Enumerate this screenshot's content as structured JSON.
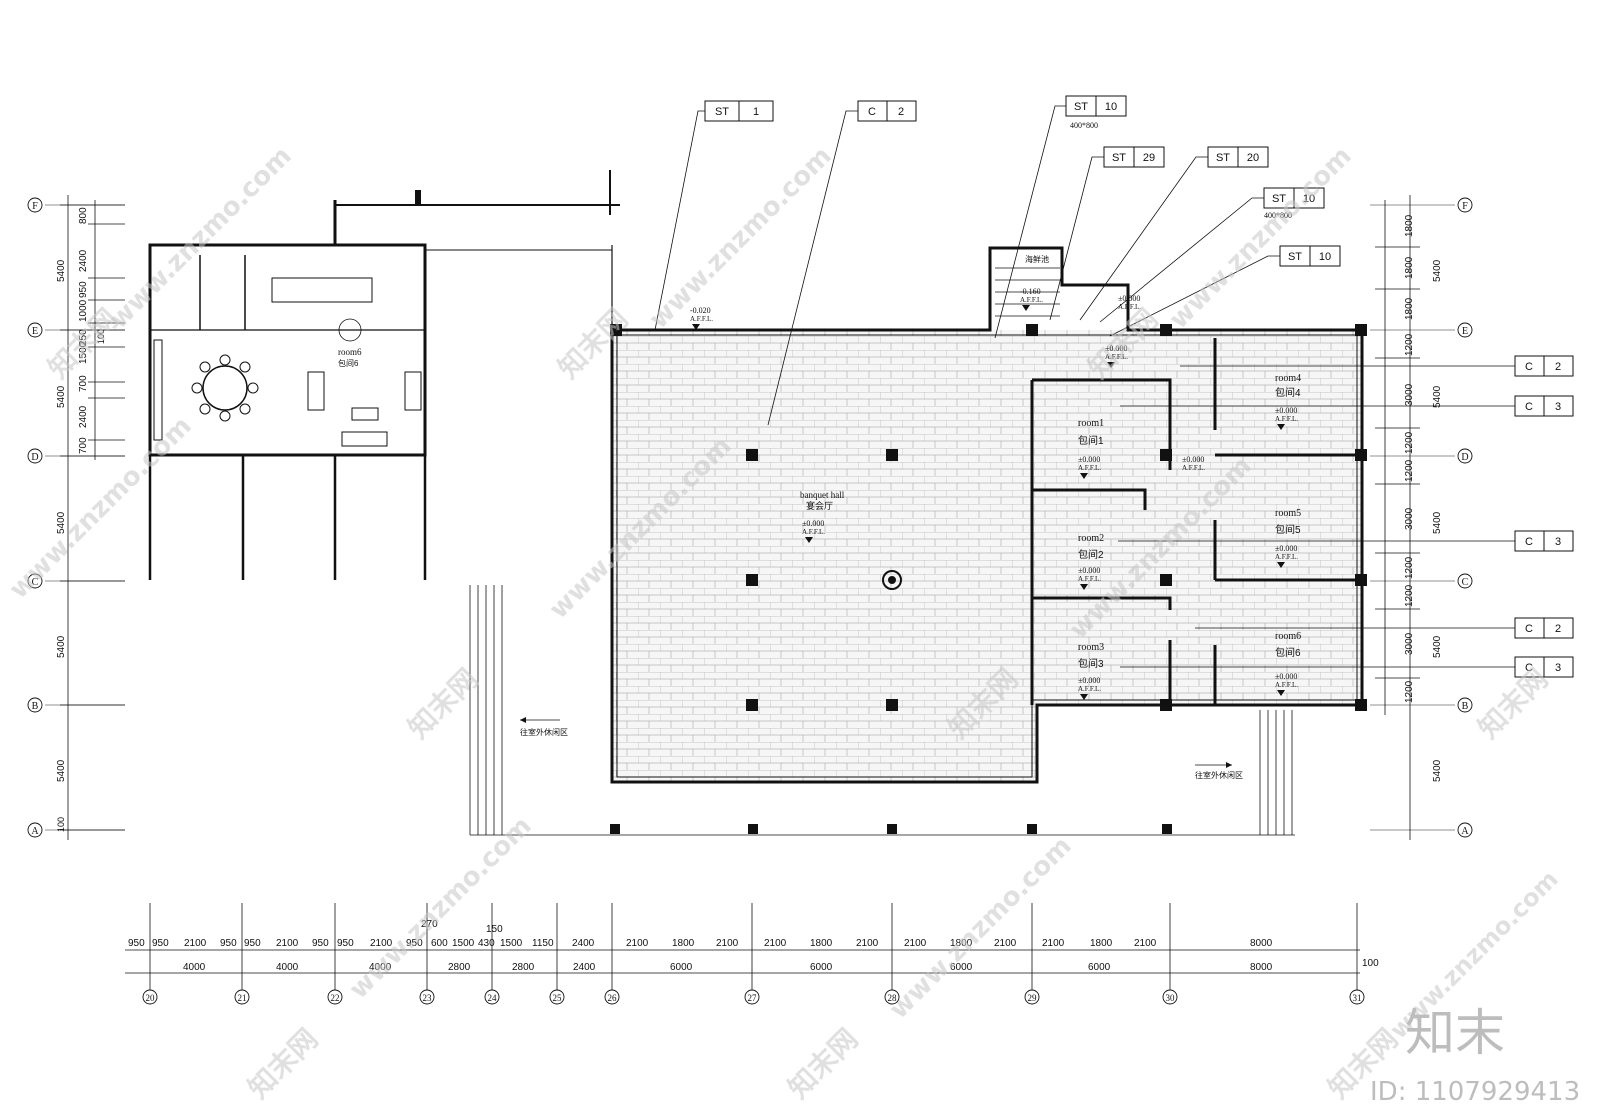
{
  "tags": [
    {
      "code": "ST",
      "num": "1"
    },
    {
      "code": "C",
      "num": "2"
    },
    {
      "code": "ST",
      "num": "10",
      "sub": "400*800"
    },
    {
      "code": "ST",
      "num": "29"
    },
    {
      "code": "ST",
      "num": "20"
    },
    {
      "code": "ST",
      "num": "10",
      "sub": "400*800"
    },
    {
      "code": "ST",
      "num": "10"
    },
    {
      "code": "C",
      "num": "2"
    },
    {
      "code": "C",
      "num": "3"
    },
    {
      "code": "C",
      "num": "3"
    },
    {
      "code": "C",
      "num": "2"
    },
    {
      "code": "C",
      "num": "3"
    }
  ],
  "row_axes": [
    "F",
    "E",
    "D",
    "C",
    "B",
    "A"
  ],
  "col_axes": [
    "20",
    "21",
    "22",
    "23",
    "24",
    "25",
    "26",
    "27",
    "28",
    "29",
    "30",
    "31"
  ],
  "left_dims": [
    "800",
    "2400",
    "950",
    "1000",
    "250",
    "1500",
    "700",
    "2400",
    "700",
    "100",
    "5400",
    "5400",
    "5400",
    "5400",
    "5400",
    "100"
  ],
  "right_dims": [
    "1800",
    "1800",
    "1800",
    "1200",
    "3000",
    "1200",
    "1200",
    "3000",
    "1200",
    "1200",
    "3000",
    "1200",
    "5400",
    "5400",
    "5400",
    "5400",
    "5400"
  ],
  "bottom_dims_fine": [
    "950",
    "950",
    "2100",
    "950",
    "950",
    "2100",
    "950",
    "950",
    "2100",
    "950",
    "600",
    "1500",
    "430",
    "1500",
    "1150",
    "2400",
    "2100",
    "1800",
    "2100",
    "2100",
    "1800",
    "2100",
    "2100",
    "1800",
    "2100",
    "2100",
    "1800",
    "2100",
    "8000"
  ],
  "bottom_dims_total": [
    "4000",
    "4000",
    "4000",
    "2800",
    "2800",
    "2400",
    "6000",
    "6000",
    "6000",
    "6000",
    "8000"
  ],
  "bottom_extra": [
    "270",
    "150",
    "100"
  ],
  "rooms": {
    "hall_en": "banquet hall",
    "hall_cn": "宴会厅",
    "room1_en": "room1",
    "room1_cn": "包间1",
    "room2_en": "room2",
    "room2_cn": "包间2",
    "room3_en": "room3",
    "room3_cn": "包间3",
    "room4_en": "room4",
    "room4_cn": "包间4",
    "room5_en": "room5",
    "room5_cn": "包间5",
    "room6_en": "room6",
    "room6_cn": "包间6",
    "room6b_en": "room6",
    "room6b_cn": "包间6",
    "seafood": "海鲜池"
  },
  "levels": {
    "zero": "±0.000",
    "affl": "A.F.F.L.",
    "minus020": "-0.020",
    "minus160": "-0.160"
  },
  "area_labels": [
    "往室外休闲区",
    "往室外休闲区"
  ],
  "watermark": {
    "site": "www.znzmo.com",
    "brand": "知末网",
    "logo": "知末",
    "id": "ID: 1107929413"
  }
}
